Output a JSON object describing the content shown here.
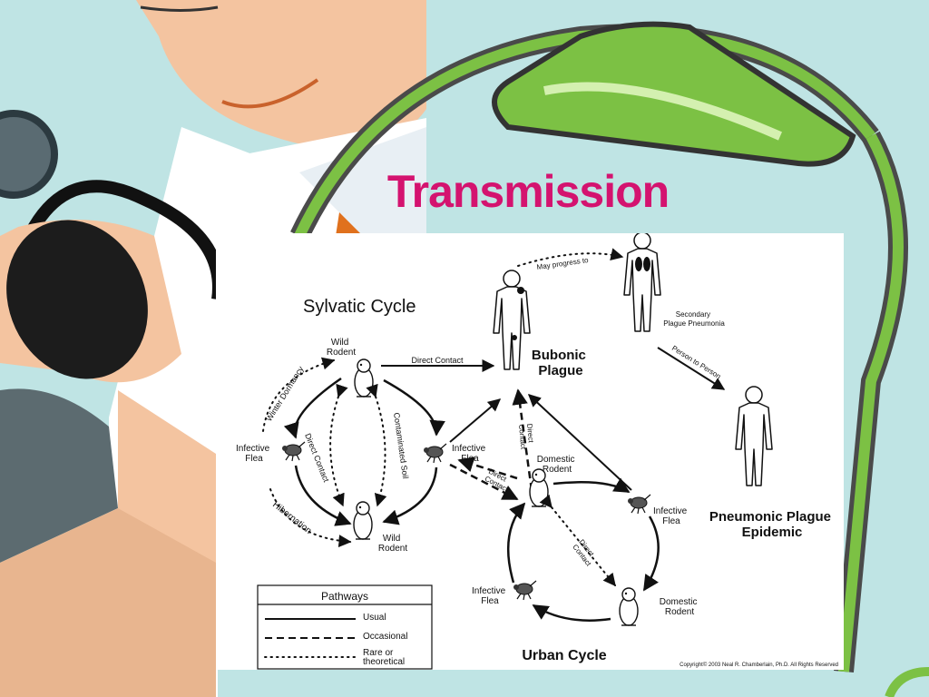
{
  "slide": {
    "title": "Transmission",
    "colors": {
      "title": "#d4136f",
      "background": "#bfe4e4",
      "lamp_green": "#7cc144"
    }
  },
  "diagram": {
    "sylvatic_cycle": {
      "title": "Sylvatic Cycle",
      "wild_rodent_top": "Wild\nRodent",
      "wild_rodent_bottom": "Wild\nRodent",
      "infective_flea_left": "Infective\nFlea",
      "infective_flea_right": "Infective\nFlea",
      "winter_dormancy": "Winter Dormancy",
      "hibernation": "Hibernation",
      "direct_contact": "Direct Contact",
      "contaminated_soil": "Contaminated Soil"
    },
    "center": {
      "direct_contact_top": "Direct Contact",
      "bubonic_plague": "Bubonic\nPlague",
      "may_progress_to": "May progress to",
      "secondary_plague_pneumonia": "Secondary\nPlague Pneumonia",
      "person_to_person": "Person to Person",
      "pneumonic_plague_epidemic": "Pneumonic Plague\nEpidemic",
      "direct_contact_vertical": "Direct\nContact",
      "direct_contact_diag": "Direct\nContact"
    },
    "urban_cycle": {
      "title": "Urban Cycle",
      "domestic_rodent_top": "Domestic\nRodent",
      "domestic_rodent_bottom": "Domestic\nRodent",
      "infective_flea_right": "Infective\nFlea",
      "infective_flea_left": "Infective\nFlea",
      "direct_contact": "Direct\nContact"
    },
    "legend": {
      "title": "Pathways",
      "usual": "Usual",
      "occasional": "Occasional",
      "rare": "Rare or\ntheoretical"
    },
    "copyright": "Copyright© 2003 Neal R. Chamberlain, Ph.D. All Rights Reserved"
  }
}
